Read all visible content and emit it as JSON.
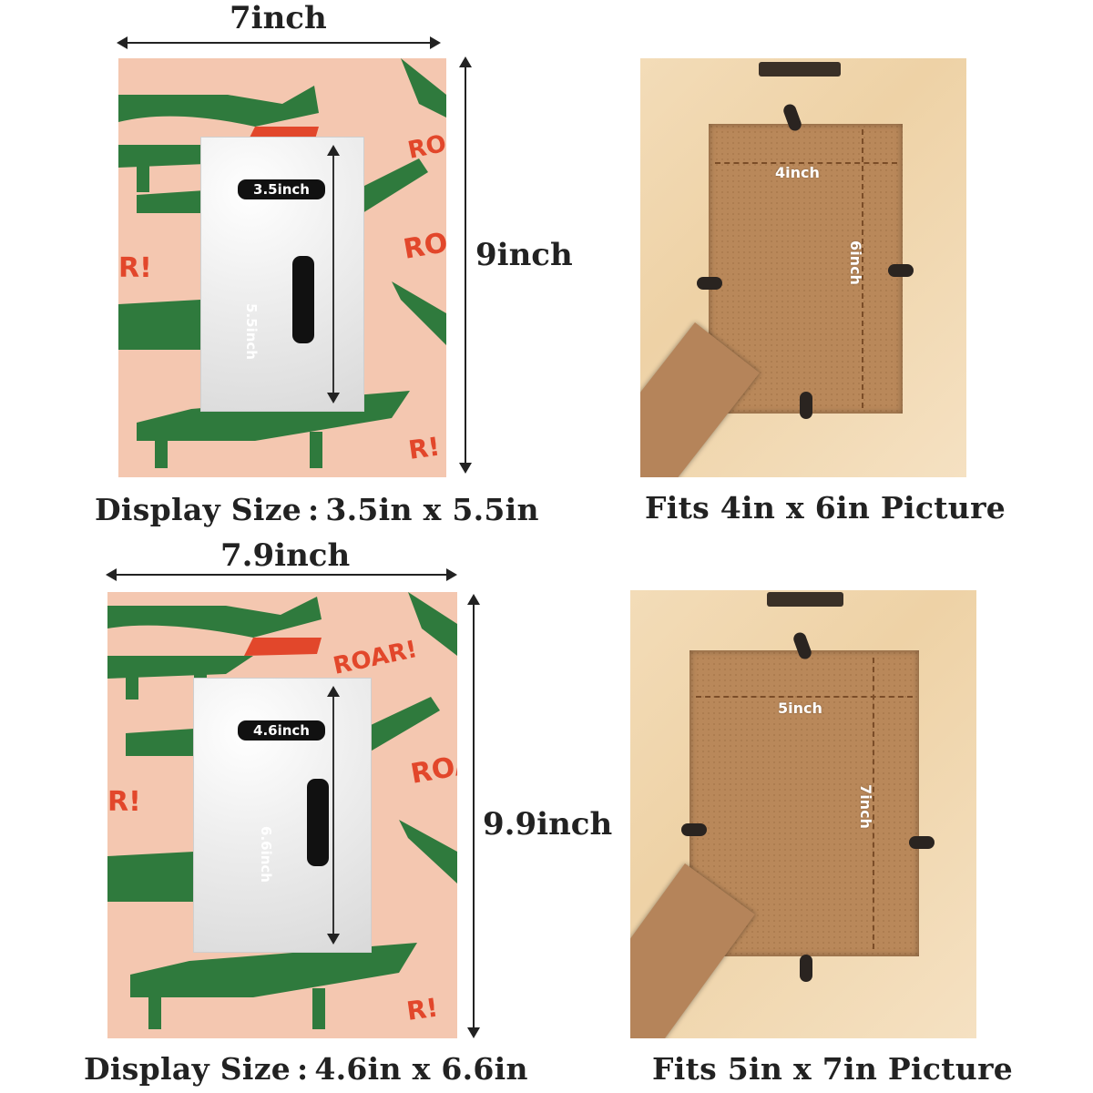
{
  "products": [
    {
      "front": {
        "width_label": "7inch",
        "height_label": "9inch",
        "opening_width_label": "3.5inch",
        "opening_height_label": "5.5inch",
        "caption": "Display Size : 3.5in x 5.5in"
      },
      "back": {
        "width_label": "4inch",
        "height_label": "6inch",
        "caption": "Fits 4in x 6in Picture"
      }
    },
    {
      "front": {
        "width_label": "7.9inch",
        "height_label": "9.9inch",
        "opening_width_label": "4.6inch",
        "opening_height_label": "6.6inch",
        "caption": "Display Size : 4.6in x 6.6in"
      },
      "back": {
        "width_label": "5inch",
        "height_label": "7inch",
        "caption": "Fits 5in x 7in Picture"
      }
    }
  ],
  "pattern_text": [
    "ROAR!",
    "ROAR!",
    "R!",
    "R!"
  ],
  "colors": {
    "mat_pink": "#f4c7b0",
    "crocodile_green": "#2f7a3d",
    "roar_red": "#e2472b",
    "wood": "#f1d6ab",
    "backing_board": "#b9885a"
  }
}
